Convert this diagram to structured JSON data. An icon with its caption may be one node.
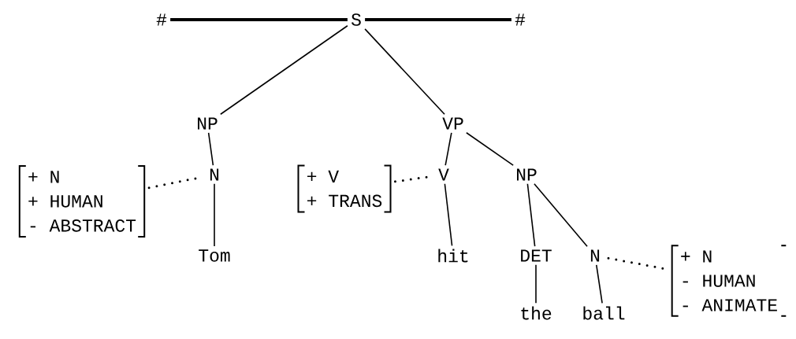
{
  "diagram": {
    "nodes": [
      {
        "text": [
          "#"
        ]
      },
      {
        "text": [
          "S"
        ]
      },
      {
        "text": [
          "#"
        ]
      },
      {
        "text": [
          "NP"
        ]
      },
      {
        "text": [
          "VP"
        ]
      },
      {
        "text": [
          "+ N",
          "+ HUMAN",
          "- ABSTRACT"
        ]
      },
      {
        "text": [
          "N"
        ]
      },
      {
        "text": [
          "+ V",
          "+ TRANS"
        ]
      },
      {
        "text": [
          "V"
        ]
      },
      {
        "text": [
          "NP"
        ]
      },
      {
        "text": [
          "Tom"
        ]
      },
      {
        "text": [
          "hit"
        ]
      },
      {
        "text": [
          "DET"
        ]
      },
      {
        "text": [
          "N"
        ]
      },
      {
        "text": [
          "+ N",
          "- HUMAN",
          "- ANIMATE"
        ]
      },
      {
        "text": [
          "the"
        ]
      },
      {
        "text": [
          "ball"
        ]
      }
    ],
    "edges": [
      {
        "from": 0,
        "to": 1,
        "arrow": "none",
        "style": "thick"
      },
      {
        "from": 1,
        "to": 2,
        "arrow": "none",
        "style": "thick"
      },
      {
        "from": 1,
        "to": 3,
        "arrow": "none"
      },
      {
        "from": 1,
        "to": 4,
        "arrow": "none"
      },
      {
        "from": 5,
        "to": 6,
        "arrow": "none",
        "style": "dashed"
      },
      {
        "from": 3,
        "to": 6,
        "arrow": "none"
      },
      {
        "from": 7,
        "to": 8,
        "arrow": "none",
        "style": "dashed"
      },
      {
        "from": 4,
        "to": 8,
        "arrow": "none"
      },
      {
        "from": 4,
        "to": 9,
        "arrow": "none"
      },
      {
        "from": 6,
        "to": 10,
        "arrow": "none"
      },
      {
        "from": 8,
        "to": 11,
        "arrow": "none"
      },
      {
        "from": 9,
        "to": 12,
        "arrow": "none"
      },
      {
        "from": 9,
        "to": 13,
        "arrow": "none"
      },
      {
        "from": 13,
        "to": 14,
        "arrow": "none",
        "style": "dashed"
      },
      {
        "from": 12,
        "to": 15,
        "arrow": "none"
      },
      {
        "from": 13,
        "to": 16,
        "arrow": "none"
      }
    ]
  }
}
